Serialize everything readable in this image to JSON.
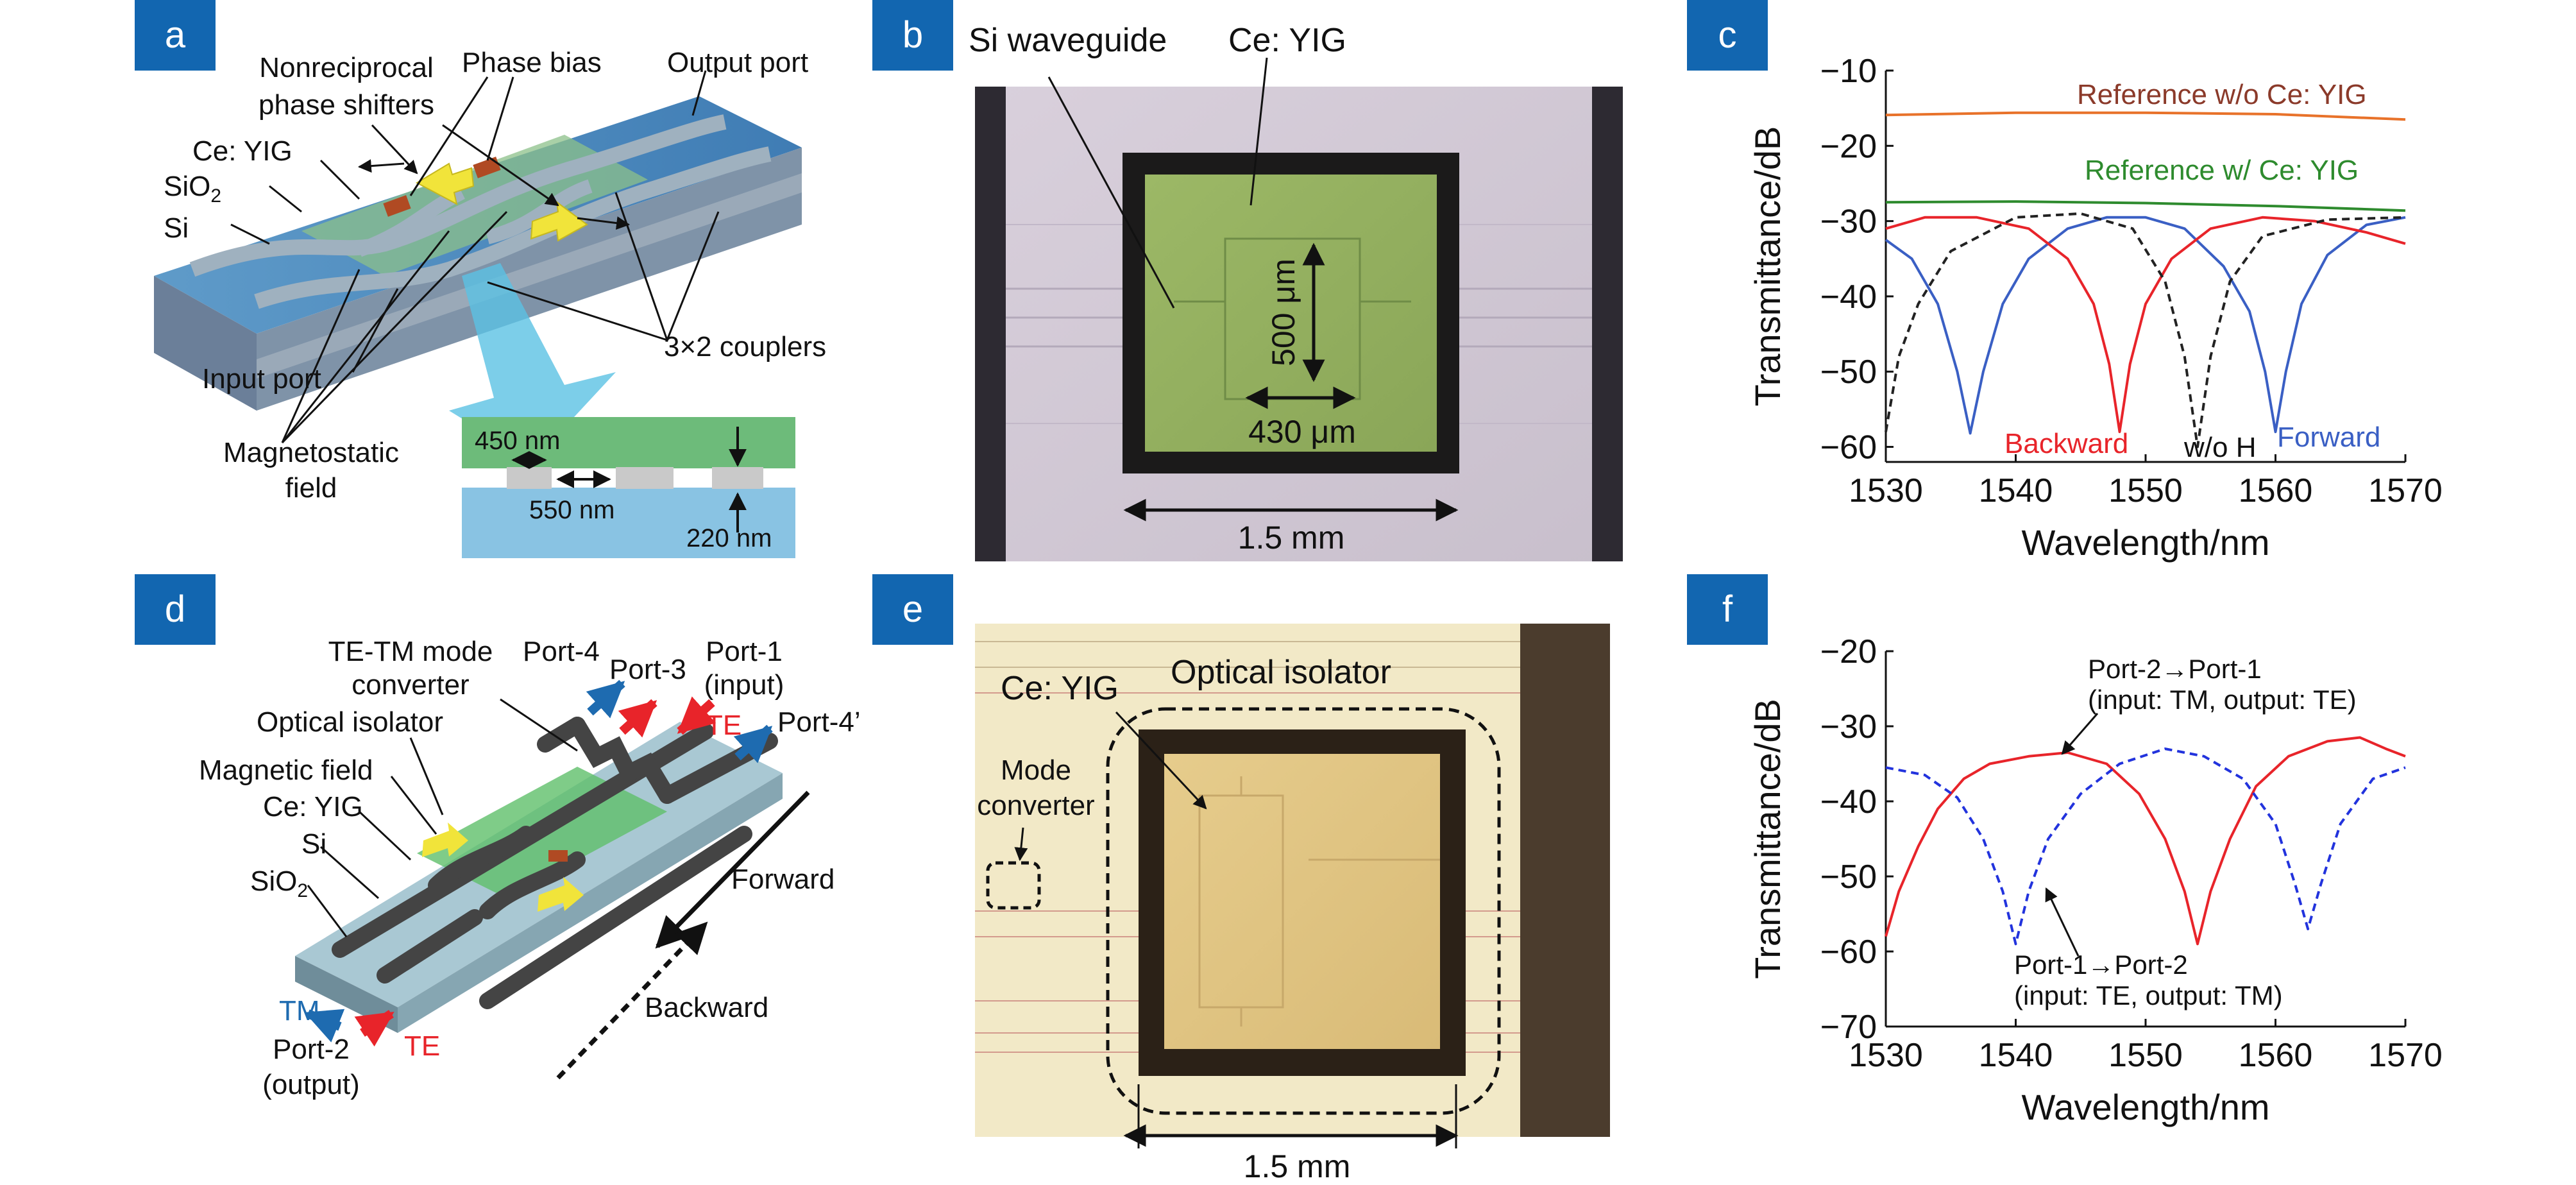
{
  "panels": {
    "a": {
      "badge": "a",
      "labels": {
        "nonreciprocal_line1": "Nonreciprocal",
        "nonreciprocal_line2": "phase shifters",
        "phase_bias": "Phase bias",
        "output_port": "Output port",
        "ce_yig": "Ce: YIG",
        "sio2": "SiO",
        "sio2_sub": "2",
        "si": "Si",
        "couplers": "3×2 couplers",
        "input_port": "Input port",
        "magnetostatic_line1": "Magnetostatic",
        "magnetostatic_line2": "field",
        "dim_450": "450 nm",
        "dim_550": "550 nm",
        "dim_220": "220 nm"
      }
    },
    "b": {
      "badge": "b",
      "labels": {
        "si_waveguide": "Si waveguide",
        "ce_yig": "Ce: YIG",
        "dim_500": "500 μm",
        "dim_430": "430 μm",
        "dim_15": "1.5 mm"
      }
    },
    "c": {
      "badge": "c",
      "labels": {
        "ref_wo": "Reference w/o Ce: YIG",
        "ref_w": "Reference w/ Ce: YIG",
        "backward": "Backward",
        "woh": "w/o H",
        "forward": "Forward"
      }
    },
    "d": {
      "badge": "d",
      "labels": {
        "mode_conv_line1": "TE-TM mode",
        "mode_conv_line2": "converter",
        "port4": "Port-4",
        "port3": "Port-3",
        "port1_line1": "Port-1",
        "port1_line2": "(input)",
        "te_top": "TE",
        "port4p": "Port-4’",
        "optical_isolator": "Optical isolator",
        "magnetic_field": "Magnetic field",
        "ce_yig": "Ce: YIG",
        "si": "Si",
        "sio2": "SiO",
        "sio2_sub": "2",
        "forward": "Forward",
        "backward": "Backward",
        "tm_bottom": "TM",
        "te_bottom": "TE",
        "port2_line1": "Port-2",
        "port2_line2": "(output)"
      }
    },
    "e": {
      "badge": "e",
      "labels": {
        "ce_yig": "Ce: YIG",
        "optical_isolator": "Optical isolator",
        "mode_line1": "Mode",
        "mode_line2": "converter",
        "dim_15": "1.5 mm"
      }
    },
    "f": {
      "badge": "f",
      "labels": {
        "p21_line1": "Port-2→Port-1",
        "p21_line2": "(input: TM, output: TE)",
        "p12_line1": "Port-1→Port-2",
        "p12_line2": "(input: TE, output: TM)"
      }
    }
  },
  "colors": {
    "badge": "#1266b0",
    "red": "#e8242a",
    "blue": "#3a5fc4",
    "green": "#2e8b2e",
    "orange": "#e8722a",
    "dashed_blue": "#2233dd"
  },
  "chart_data": [
    {
      "id": "c",
      "type": "line",
      "xlabel": "Wavelength/nm",
      "ylabel": "Transmittance/dB",
      "xlim": [
        1530,
        1570
      ],
      "ylim": [
        -62,
        -10
      ],
      "xticks": [
        1530,
        1540,
        1550,
        1560,
        1570
      ],
      "yticks": [
        -10,
        -20,
        -30,
        -40,
        -50,
        -60
      ],
      "series": [
        {
          "name": "Reference w/o Ce: YIG",
          "color": "#e8722a",
          "style": "solid",
          "x": [
            1530,
            1540,
            1550,
            1560,
            1570
          ],
          "y": [
            -15.9,
            -15.6,
            -15.6,
            -15.8,
            -16.5
          ]
        },
        {
          "name": "Reference w/ Ce: YIG",
          "color": "#2e8b2e",
          "style": "solid",
          "x": [
            1530,
            1540,
            1550,
            1560,
            1570
          ],
          "y": [
            -27.5,
            -27.4,
            -27.6,
            -28.0,
            -28.6
          ]
        },
        {
          "name": "Forward",
          "color": "#3a5fc4",
          "style": "solid",
          "x": [
            1530,
            1532,
            1534,
            1535.5,
            1536.5,
            1537.5,
            1539,
            1541,
            1544,
            1547,
            1550,
            1553,
            1556,
            1558,
            1559.2,
            1560,
            1560.8,
            1562,
            1564,
            1567,
            1570
          ],
          "y": [
            -32.5,
            -35,
            -41,
            -50,
            -58.2,
            -50,
            -41,
            -35,
            -31,
            -29.5,
            -29.5,
            -31,
            -36,
            -42,
            -50,
            -58,
            -50,
            -41,
            -34.5,
            -30.5,
            -29.5
          ]
        },
        {
          "name": "Backward",
          "color": "#e8242a",
          "style": "solid",
          "x": [
            1530,
            1533,
            1537,
            1541,
            1544,
            1546,
            1547.2,
            1548,
            1548.8,
            1550,
            1552,
            1555,
            1559,
            1563,
            1567,
            1570
          ],
          "y": [
            -31,
            -29.5,
            -29.5,
            -31,
            -35,
            -41,
            -49,
            -58,
            -49,
            -41,
            -35,
            -31,
            -29.5,
            -30,
            -31.5,
            -33
          ]
        },
        {
          "name": "w/o H",
          "color": "#222222",
          "style": "dashed",
          "x": [
            1530,
            1531,
            1532.5,
            1535,
            1540,
            1545,
            1549,
            1551.5,
            1553,
            1554,
            1555,
            1556.5,
            1559,
            1564,
            1570
          ],
          "y": [
            -58,
            -48,
            -41,
            -34,
            -29.5,
            -29,
            -31,
            -38,
            -48,
            -60,
            -48,
            -38,
            -32,
            -29.8,
            -29.5
          ]
        }
      ]
    },
    {
      "id": "f",
      "type": "line",
      "xlabel": "Wavelength/nm",
      "ylabel": "Transmittance/dB",
      "xlim": [
        1530,
        1570
      ],
      "ylim": [
        -70,
        -20
      ],
      "xticks": [
        1530,
        1540,
        1550,
        1560,
        1570
      ],
      "yticks": [
        -20,
        -30,
        -40,
        -50,
        -60,
        -70
      ],
      "series": [
        {
          "name": "Port-2→Port-1",
          "color": "#e8242a",
          "style": "solid",
          "x": [
            1530,
            1531,
            1532.5,
            1534,
            1536,
            1538,
            1541,
            1544,
            1547,
            1549.5,
            1551.5,
            1553,
            1554,
            1555,
            1556.5,
            1558.5,
            1561,
            1564,
            1566.5,
            1568.5,
            1570
          ],
          "y": [
            -58,
            -52,
            -46,
            -41,
            -37,
            -35,
            -34,
            -33.5,
            -35,
            -39,
            -45,
            -52,
            -59,
            -52,
            -45,
            -38,
            -34,
            -32,
            -31.5,
            -33,
            -34
          ]
        },
        {
          "name": "Port-1→Port-2",
          "color": "#2233dd",
          "style": "dashed",
          "x": [
            1530,
            1533,
            1535.5,
            1537.5,
            1539,
            1540,
            1541,
            1542.5,
            1545,
            1548,
            1551.5,
            1554.5,
            1557.5,
            1560,
            1561.5,
            1562.5,
            1563.5,
            1565,
            1567.5,
            1570
          ],
          "y": [
            -35.5,
            -36.5,
            -39.5,
            -45,
            -52,
            -59,
            -52,
            -45,
            -39,
            -35,
            -33,
            -34,
            -37,
            -43,
            -51,
            -57,
            -51,
            -43,
            -37,
            -35.5
          ]
        }
      ]
    }
  ]
}
